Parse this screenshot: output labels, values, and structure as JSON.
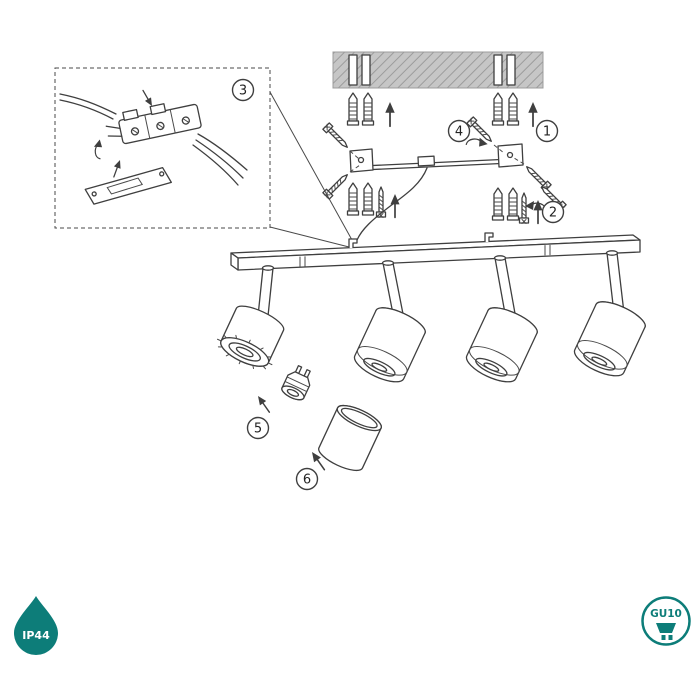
{
  "diagram": {
    "steps": [
      {
        "label": "1"
      },
      {
        "label": "2"
      },
      {
        "label": "3"
      },
      {
        "label": "4"
      },
      {
        "label": "5"
      },
      {
        "label": "6"
      }
    ]
  },
  "badges": {
    "ip44": {
      "label": "IP44"
    },
    "gu10": {
      "label": "GU10"
    }
  },
  "colors": {
    "accent_teal": "#0d7d79",
    "line": "#3f3f3f",
    "ceiling_fill": "#c6c6c6",
    "hatch": "#9c9c9c",
    "background": "#ffffff"
  }
}
